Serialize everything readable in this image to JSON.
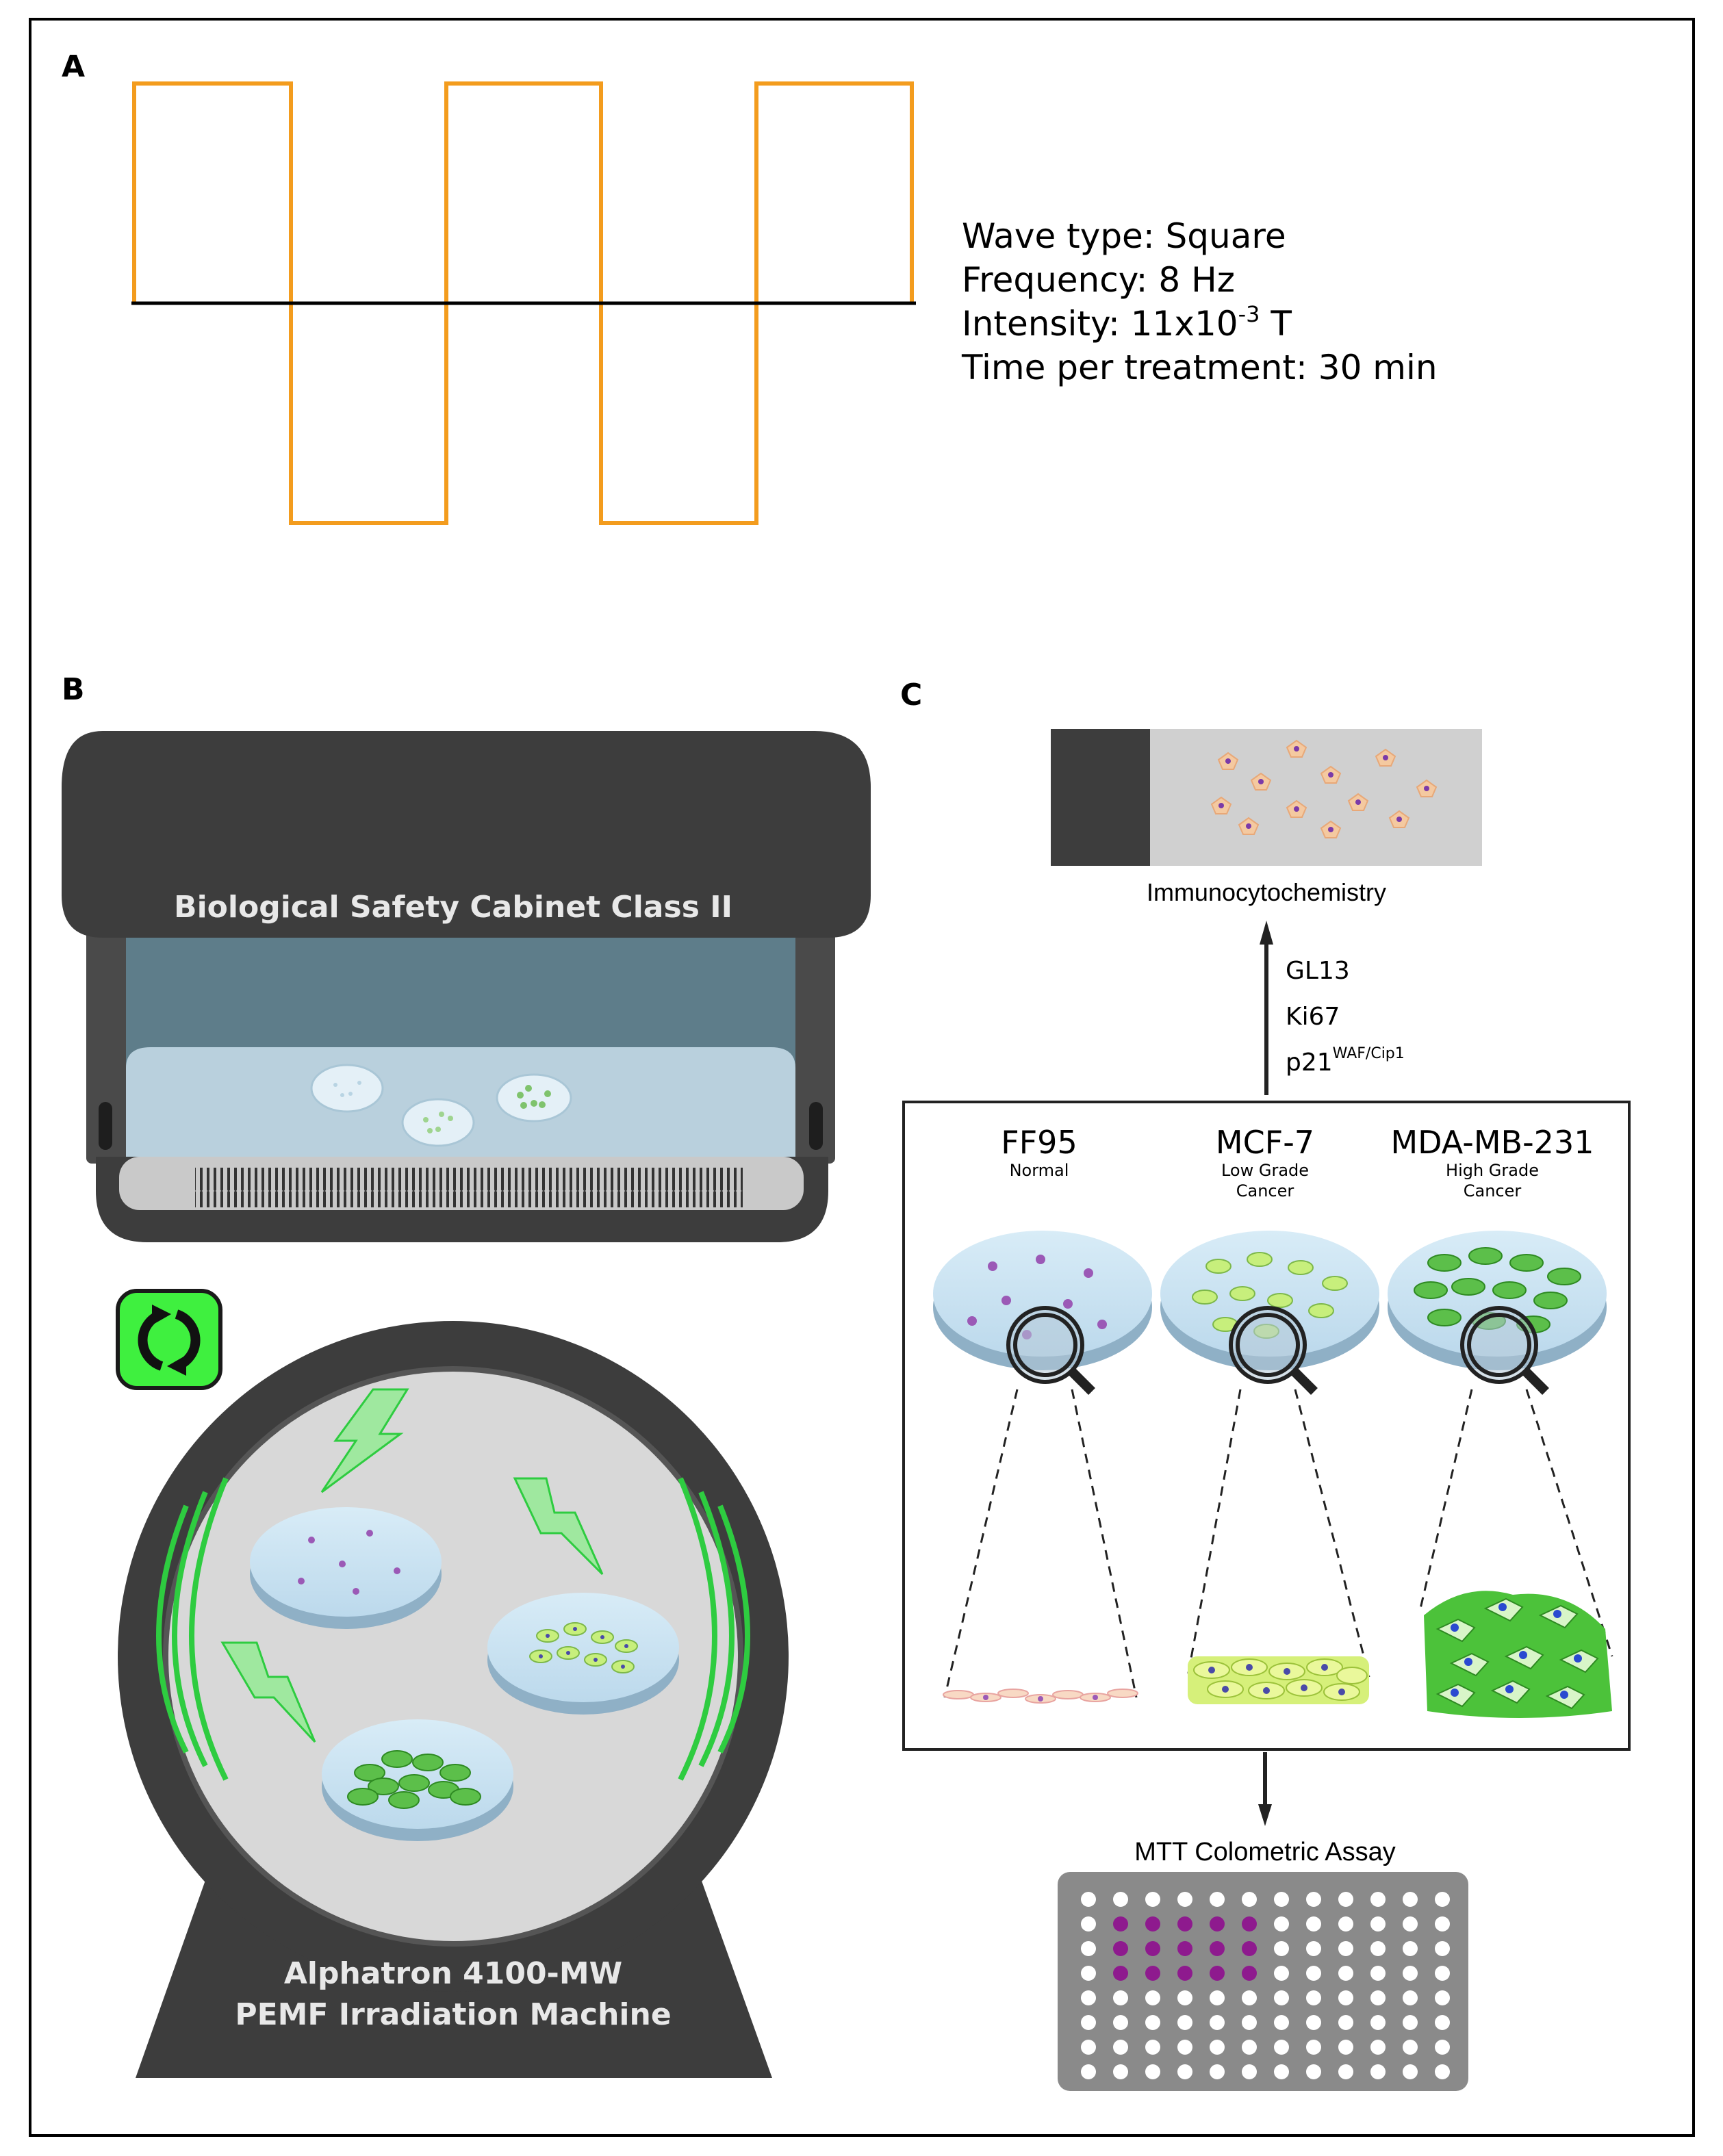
{
  "panel_a": {
    "letter": "A",
    "wave_type": "Wave type: Square",
    "frequency": "Frequency: 8 Hz",
    "intensity_prefix": "Intensity: 11x10",
    "intensity_exp": "-3",
    "intensity_suffix": " T",
    "time": "Time per treatment: 30 min"
  },
  "panel_b": {
    "letter": "B",
    "cabinet_label": "Biological Safety Cabinet Class II",
    "machine_line1": "Alphatron 4100-MW",
    "machine_line2": "PEMF Irradiation Machine"
  },
  "panel_c": {
    "letter": "C",
    "icc_label": "Immunocytochemistry",
    "markers": [
      "GL13",
      "Ki67",
      "p21"
    ],
    "marker_sup": "WAF/Cip1",
    "cell_lines": [
      {
        "name": "FF95",
        "sub1": "Normal",
        "sub2": ""
      },
      {
        "name": "MCF-7",
        "sub1": "Low Grade",
        "sub2": "Cancer"
      },
      {
        "name": "MDA-MB-231",
        "sub1": "High Grade",
        "sub2": "Cancer"
      }
    ],
    "mtt_label": "MTT Colometric Assay"
  },
  "colors": {
    "wave": "#f39c1e",
    "dark": "#3d3d3d",
    "purple": "#9b59b6",
    "green": "#2ecc40",
    "dish": "#c9e3f2",
    "mtt_well": "#8e1a8e"
  }
}
